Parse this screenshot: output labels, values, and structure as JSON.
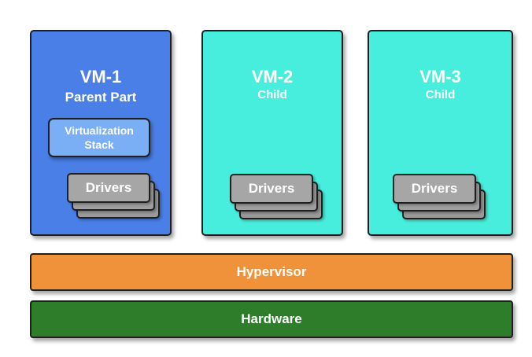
{
  "vms": [
    {
      "title": "VM-1",
      "subtitle": "Parent Part",
      "virtualization_stack": "Virtualization Stack",
      "drivers": "Drivers"
    },
    {
      "title": "VM-2",
      "subtitle": "Child",
      "drivers": "Drivers"
    },
    {
      "title": "VM-3",
      "subtitle": "Child",
      "drivers": "Drivers"
    }
  ],
  "layers": {
    "hypervisor": "Hypervisor",
    "hardware": "Hardware"
  },
  "colors": {
    "parent_vm": "#4a7fe8",
    "child_vm": "#48eedd",
    "virtualization_stack": "#7aaef5",
    "drivers": "#a6a6a6",
    "hypervisor": "#f0923a",
    "hardware": "#2d7d2a"
  }
}
